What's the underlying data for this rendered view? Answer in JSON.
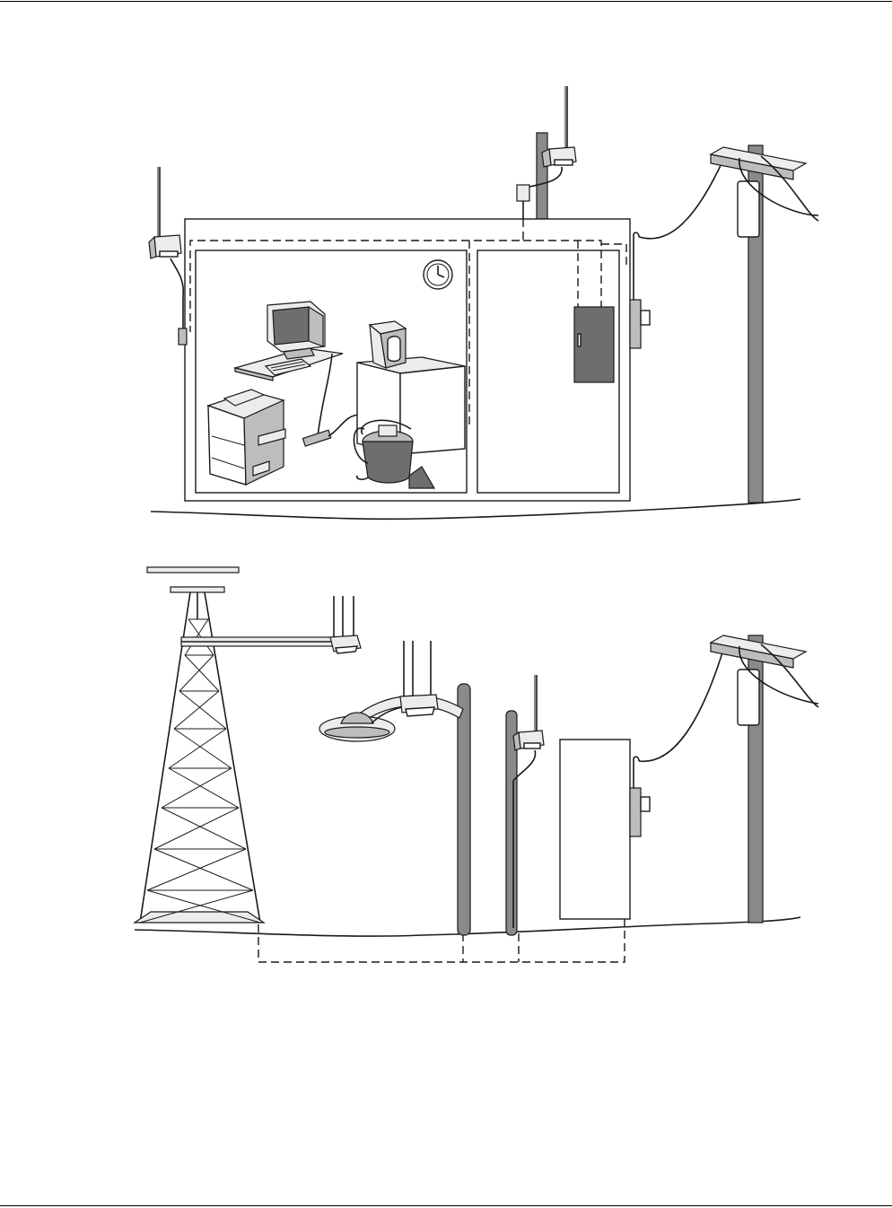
{
  "page": {
    "background": "#ffffff"
  },
  "colors": {
    "line": "#1a1a1a",
    "pole": "#8a8a8a",
    "panel": "#7d7d7d",
    "equipment_light": "#e8e8e8",
    "equipment_mid": "#bdbdbd",
    "tower": "#d9d9d9"
  },
  "figures": [
    {
      "name": "building-installation",
      "objects": [
        "antenna-radio-roof-pole",
        "antenna-radio-wall",
        "computer",
        "coffee-maker",
        "printer",
        "vacuum",
        "power-strip",
        "wall-clock",
        "electrical-panel",
        "utility-meter",
        "utility-pole-transformer"
      ]
    },
    {
      "name": "outdoor-installation",
      "objects": [
        "lattice-tower",
        "radio-on-tower-arm",
        "street-light",
        "radio-on-street-light",
        "radio-on-pole",
        "equipment-cabinet",
        "utility-meter",
        "utility-pole-transformer"
      ]
    }
  ]
}
